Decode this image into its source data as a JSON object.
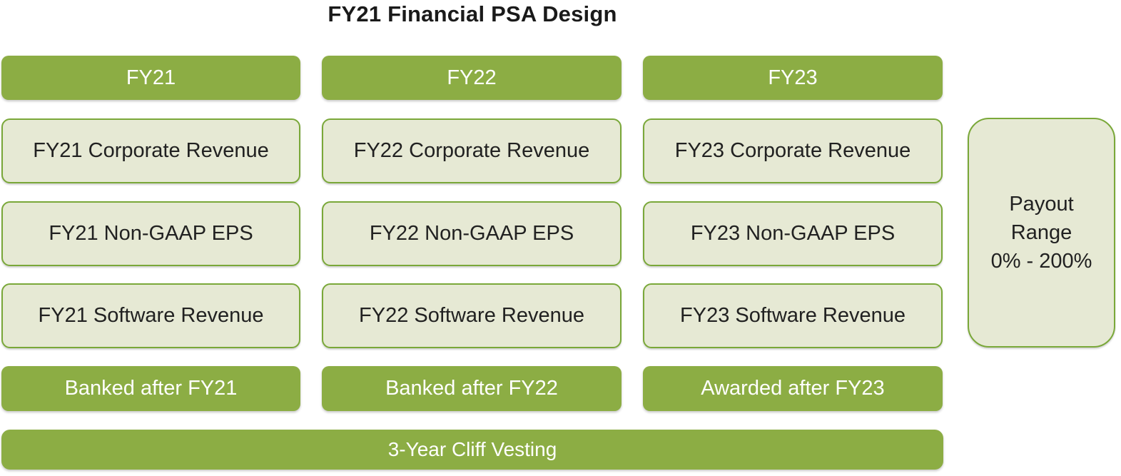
{
  "title": "FY21 Financial PSA Design",
  "colors": {
    "accent_green": "#8CAD44",
    "light_fill": "#E6E9D4",
    "border_green": "#7AA839",
    "text_dark": "#212121",
    "text_light": "#FFFFFF"
  },
  "columns": [
    {
      "header": "FY21",
      "boxes": [
        "FY21 Corporate Revenue",
        "FY21 Non-GAAP EPS",
        "FY21 Software Revenue"
      ],
      "footer": "Banked after FY21"
    },
    {
      "header": "FY22",
      "boxes": [
        "FY22 Corporate Revenue",
        "FY22 Non-GAAP EPS",
        "FY22 Software Revenue"
      ],
      "footer": "Banked after FY22"
    },
    {
      "header": "FY23",
      "boxes": [
        "FY23 Corporate Revenue",
        "FY23 Non-GAAP EPS",
        "FY23 Software Revenue"
      ],
      "footer": "Awarded after FY23"
    }
  ],
  "payout": {
    "line1": "Payout",
    "line2": "Range",
    "line3": "0% - 200%"
  },
  "bottom_bar": "3-Year Cliff Vesting"
}
